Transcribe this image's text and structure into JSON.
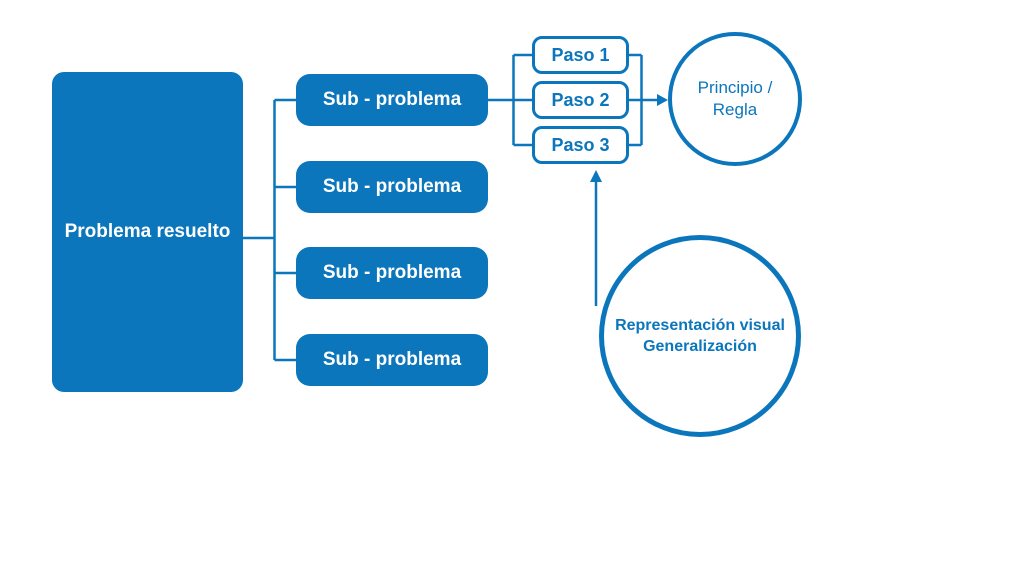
{
  "canvas": {
    "background": "#ffffff"
  },
  "colors": {
    "primary_blue": "#0b76bc",
    "text_on_blue": "#ffffff"
  },
  "diagram": {
    "main_box": {
      "label": "Problema resuelto"
    },
    "sub_boxes": [
      {
        "label": "Sub - problema"
      },
      {
        "label": "Sub - problema"
      },
      {
        "label": "Sub - problema"
      },
      {
        "label": "Sub - problema"
      }
    ],
    "paso_boxes": [
      {
        "label": "Paso 1"
      },
      {
        "label": "Paso 2"
      },
      {
        "label": "Paso 3"
      }
    ],
    "principio_circle": {
      "line1": "Principio /",
      "line2": "Regla"
    },
    "representacion_circle": {
      "line1": "Representación visual",
      "line2": "Generalización"
    }
  }
}
